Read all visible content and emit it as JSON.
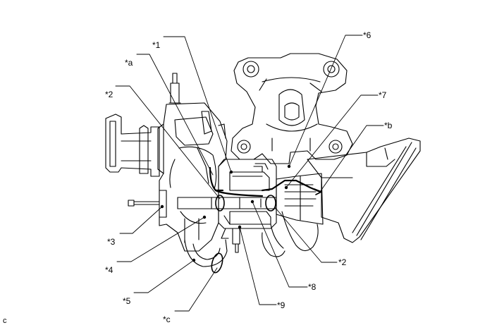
{
  "labels": {
    "l1": "*1",
    "l2a": "*2",
    "l2b": "*2",
    "l3": "*3",
    "l4": "*4",
    "l5": "*5",
    "l6": "*6",
    "l7": "*7",
    "l8": "*8",
    "l9": "*9",
    "la": "*a",
    "lb": "*b",
    "lc": "*c"
  },
  "corner_code": "c"
}
